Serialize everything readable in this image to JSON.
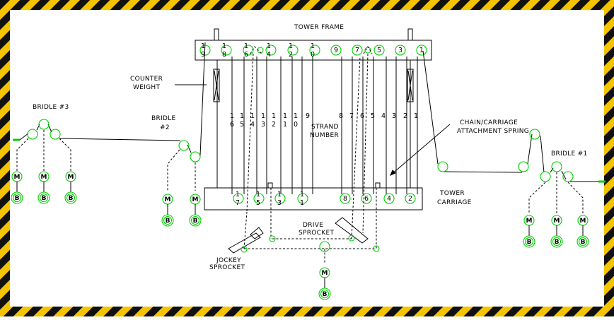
{
  "labels": {
    "tower_frame": "TOWER FRAME",
    "counter_weight_1": "COUNTER",
    "counter_weight_2": "WEIGHT",
    "bridle3": "BRIDLE #3",
    "bridle2_1": "BRIDLE",
    "bridle2_2": "#2",
    "bridle1": "BRIDLE #1",
    "strand_1": "STRAND",
    "strand_2": "NUMBER",
    "chain_1": "CHAIN/CARRIAGE",
    "chain_2": "ATTACHMENT SPRING",
    "tower_carriage_1": "TOWER",
    "tower_carriage_2": "CARRIAGE",
    "drive_1": "DRIVE",
    "drive_2": "SPROCKET",
    "jockey_1": "JOCKEY",
    "jockey_2": "SPROCKET"
  },
  "motor_label": "M",
  "brake_label": "B",
  "colors": {
    "hazard_yellow": "#f5c400",
    "hazard_black": "#111111",
    "roller_green": "#00d000",
    "line_black": "#000000"
  },
  "top_roller_numbers": [
    "19",
    "18",
    "16",
    "14",
    "12",
    "10",
    "9",
    "7",
    "5",
    "3",
    "1"
  ],
  "mid_strand_numbers": [
    "16",
    "15",
    "14",
    "13",
    "12",
    "11",
    "10",
    "9",
    "8",
    "7",
    "6",
    "5",
    "4",
    "3",
    "2",
    "1"
  ],
  "bottom_roller_numbers": [
    "17",
    "15",
    "13",
    "11",
    "8",
    "6",
    "4",
    "2"
  ]
}
